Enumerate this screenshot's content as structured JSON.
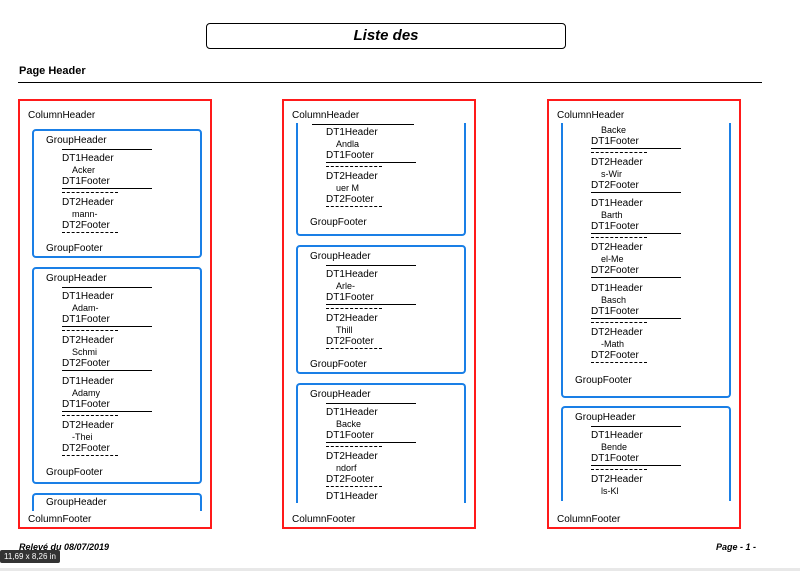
{
  "report": {
    "title": "Liste des",
    "page_header": "Page Header",
    "footer_left": "Relevé du 08/07/2019",
    "footer_right": "Page - 1 -",
    "size_badge": "11,69 x 8,26 in"
  },
  "labels": {
    "column_header": "ColumnHeader",
    "column_footer": "ColumnFooter",
    "group_header": "GroupHeader",
    "group_footer": "GroupFooter",
    "dt1_header": "DT1Header",
    "dt1_footer": "DT1Footer",
    "dt2_header": "DT2Header",
    "dt2_footer": "DT2Footer"
  },
  "columns": [
    {
      "values": [
        "Acker",
        "mann-",
        "Adam-",
        "Schmi",
        "Adamy",
        "-Thei"
      ]
    },
    {
      "values": [
        "Andla",
        "uer M",
        "Arle-",
        "Thill",
        "Backe",
        "ndorf"
      ]
    },
    {
      "values": [
        "Backe",
        "s-Wir",
        "Barth",
        "el-Me",
        "Basch",
        "-Math",
        "Bende",
        "ls-Kl"
      ]
    }
  ],
  "colors": {
    "column_border": "#ff1a1a",
    "group_border": "#1a7fe6"
  }
}
